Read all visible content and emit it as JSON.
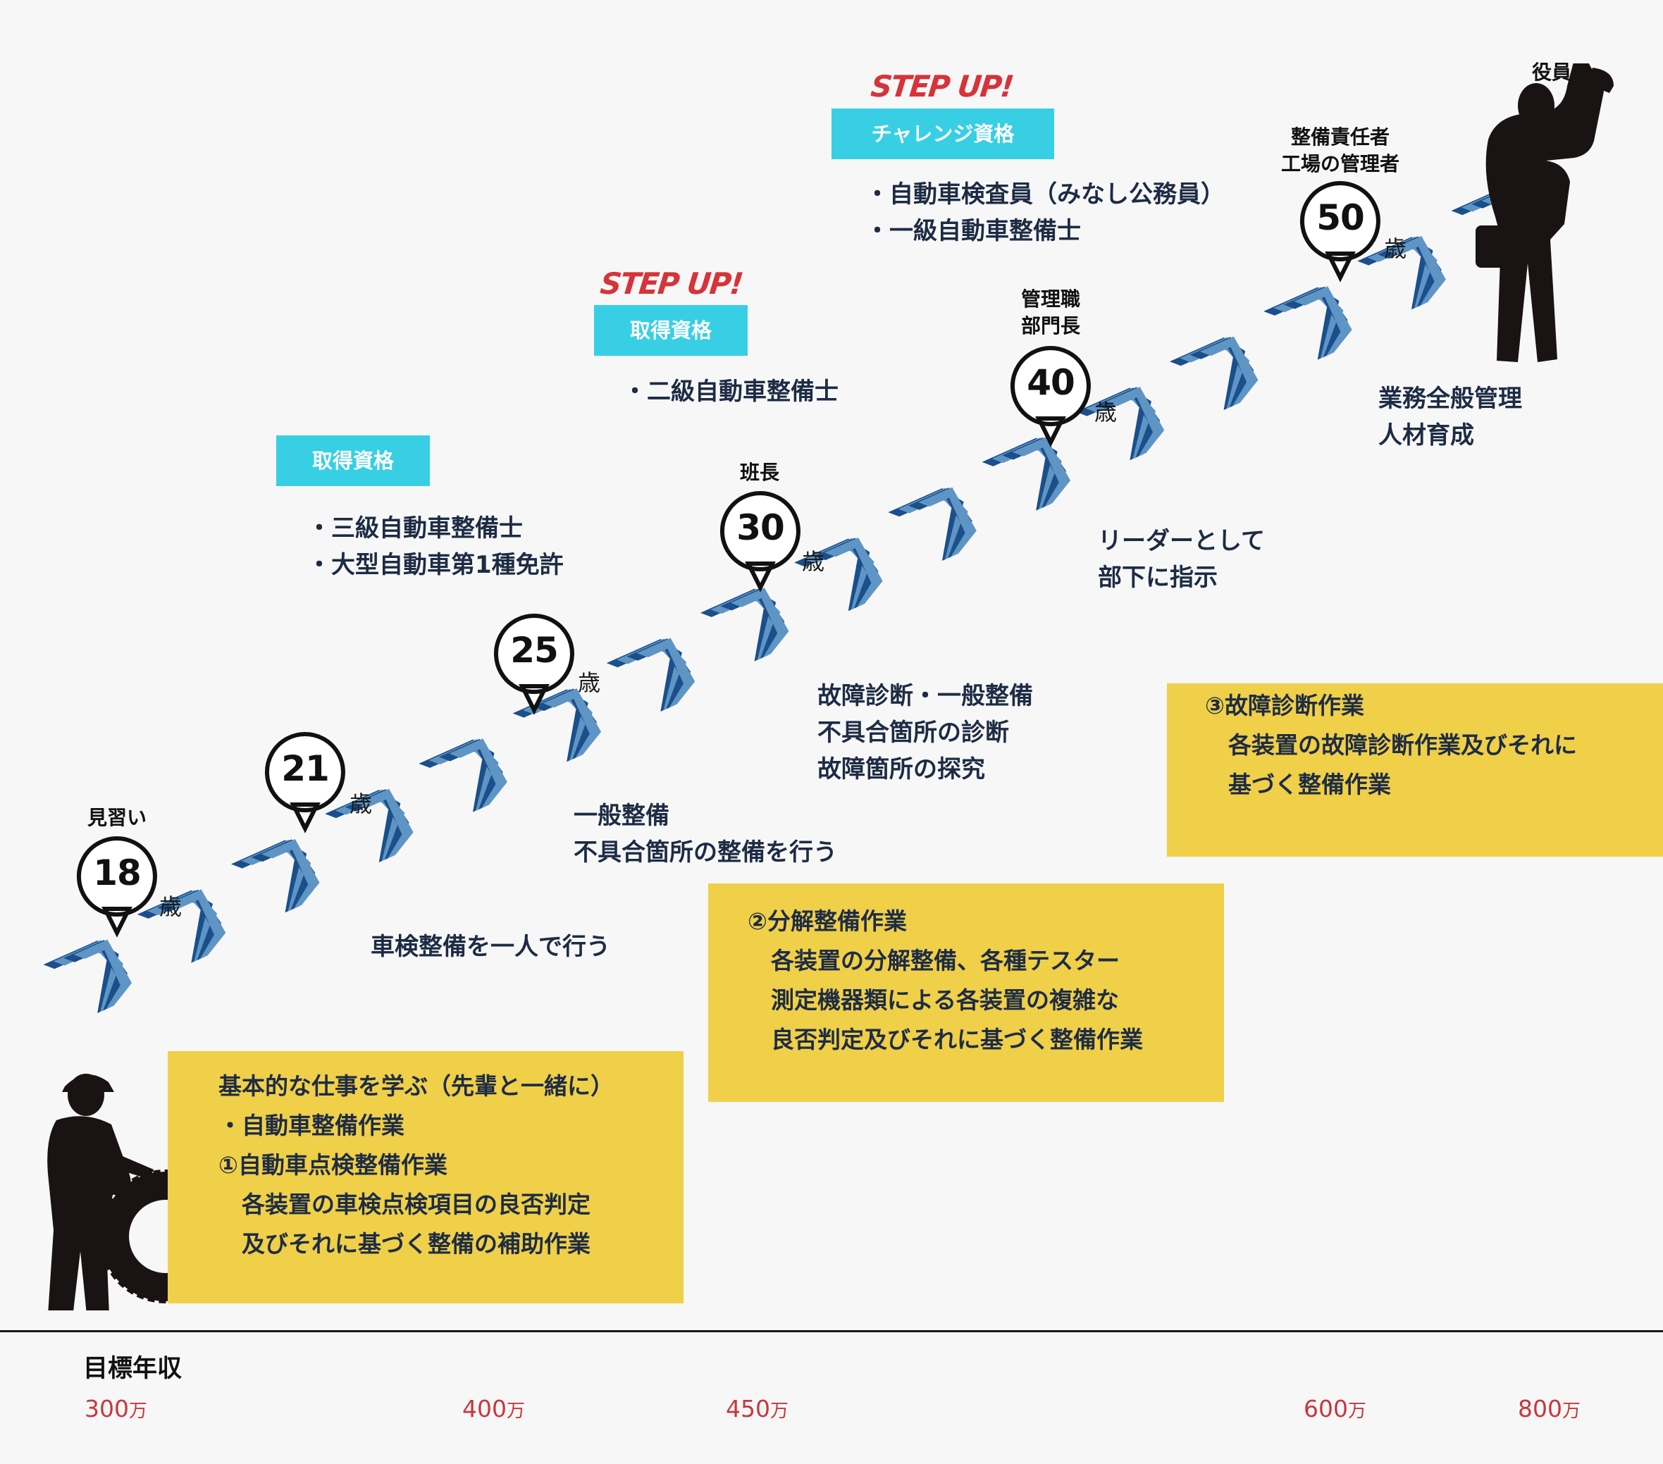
{
  "colors": {
    "background": "#f7f7f7",
    "arrow_dark": "#1b4f8c",
    "arrow_light": "#5f95c4",
    "tag_cyan": "#38cfe4",
    "yellow_box": "#f0cf49",
    "step_up_red": "#d6333a",
    "salary_red": "#c8373c",
    "text_navy": "#1d2c44"
  },
  "icons": [
    "worker-with-tire-silhouette",
    "worker-waving-cap-silhouette",
    "chevron-arrow-icon",
    "location-pin-icon"
  ],
  "stages": [
    {
      "age": "18",
      "sai": "歳",
      "role": "見習い"
    },
    {
      "age": "21",
      "sai": "歳",
      "role": ""
    },
    {
      "age": "25",
      "sai": "歳",
      "role": ""
    },
    {
      "age": "30",
      "sai": "歳",
      "role": "班長"
    },
    {
      "age": "40",
      "sai": "歳",
      "role": "管理職\n部門長"
    },
    {
      "age": "50",
      "sai": "歳",
      "role": "整備責任者\n工場の管理者"
    }
  ],
  "top_role": "役員",
  "step_up": "STEP UP!",
  "qual_1": {
    "tag": "取得資格",
    "items": [
      "・三級自動車整備士",
      "・大型自動車第1種免許"
    ]
  },
  "qual_2": {
    "tag": "取得資格",
    "items": [
      "・二級自動車整備士"
    ]
  },
  "qual_3": {
    "tag": "チャレンジ資格",
    "items": [
      "・自動車検査員（みなし公務員）",
      "・一級自動車整備士"
    ]
  },
  "duties": {
    "d21": "車検整備を一人で行う",
    "d25": [
      "一般整備",
      "不具合箇所の整備を行う"
    ],
    "d30": [
      "故障診断・一般整備",
      "不具合箇所の診断",
      "故障箇所の探究"
    ],
    "d40": [
      "リーダーとして",
      "部下に指示"
    ],
    "d50": [
      "業務全般管理",
      "人材育成"
    ]
  },
  "box_1": [
    "基本的な仕事を学ぶ（先輩と一緒に）",
    "・自動車整備作業",
    "①自動車点検整備作業",
    "　各装置の車検点検項目の良否判定",
    "　及びそれに基づく整備の補助作業"
  ],
  "box_2": [
    "②分解整備作業",
    "　各装置の分解整備、各種テスター",
    "　測定機器類による各装置の複雑な",
    "　良否判定及びそれに基づく整備作業"
  ],
  "box_3": [
    "③故障診断作業",
    "　各装置の故障診断作業及びそれに",
    "　基づく整備作業"
  ],
  "salary_title": "目標年収",
  "salaries": [
    {
      "value": "300",
      "unit": "万"
    },
    {
      "value": "400",
      "unit": "万"
    },
    {
      "value": "450",
      "unit": "万"
    },
    {
      "value": "600",
      "unit": "万"
    },
    {
      "value": "800",
      "unit": "万"
    }
  ]
}
